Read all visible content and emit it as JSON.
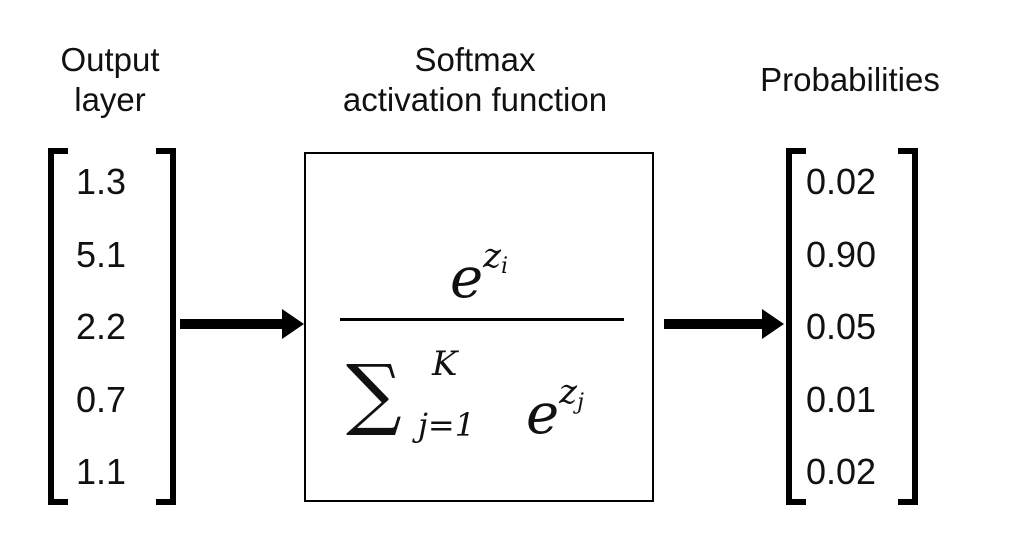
{
  "headings": {
    "output_layer": [
      "Output",
      "layer"
    ],
    "softmax": [
      "Softmax",
      "activation function"
    ],
    "probabilities": "Probabilities"
  },
  "input_vector": [
    "1.3",
    "5.1",
    "2.2",
    "0.7",
    "1.1"
  ],
  "output_vector": [
    "0.02",
    "0.90",
    "0.05",
    "0.01",
    "0.02"
  ],
  "formula": {
    "numerator_base": "e",
    "numerator_exp_var": "z",
    "numerator_exp_sub": "i",
    "sum_symbol": "∑",
    "sum_upper": "K",
    "sum_lower": "j=1",
    "denominator_base": "e",
    "denominator_exp_var": "z",
    "denominator_exp_sub": "j"
  }
}
